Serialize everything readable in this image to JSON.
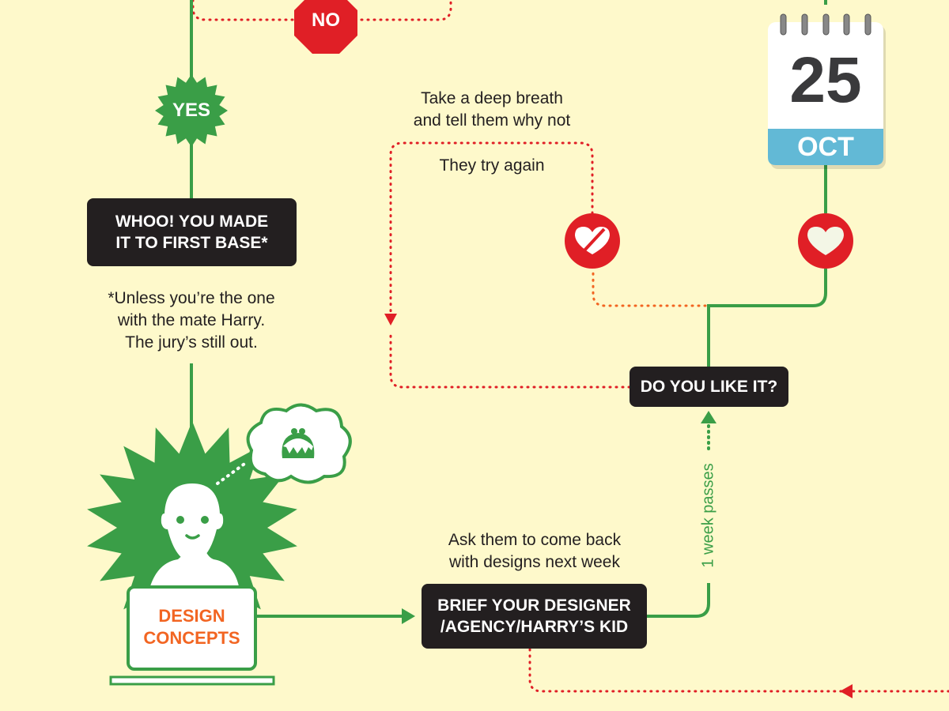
{
  "colors": {
    "background": "#fef9cb",
    "green": "#3a9e47",
    "red": "#e01f26",
    "dark": "#231f20",
    "orange": "#f26522",
    "calendar_blue": "#62b9d6"
  },
  "decisions": {
    "no": "NO",
    "yes": "YES"
  },
  "first_base_box": "WHOO! YOU MADE\nIT TO FIRST BASE*",
  "footnote": "*Unless you’re the one\nwith the mate Harry.\nThe jury’s still out.",
  "design_concepts": "DESIGN\nCONCEPTS",
  "brief_box": "BRIEF YOUR DESIGNER\n/AGENCY/HARRY’S KID",
  "brief_note": "Ask them to come back\nwith designs next week",
  "week_passes": "1 week passes",
  "like_box": "DO YOU LIKE IT?",
  "dislike_note": "Take a deep breath\nand tell them why not",
  "try_again": "They try again",
  "calendar": {
    "day": "25",
    "month": "OCT"
  },
  "icons": [
    "stop-octagon",
    "starburst",
    "thought-cloud",
    "christmas-pudding-icon",
    "person-icon",
    "laptop-icon",
    "broken-heart-icon",
    "heart-icon",
    "calendar-icon"
  ]
}
